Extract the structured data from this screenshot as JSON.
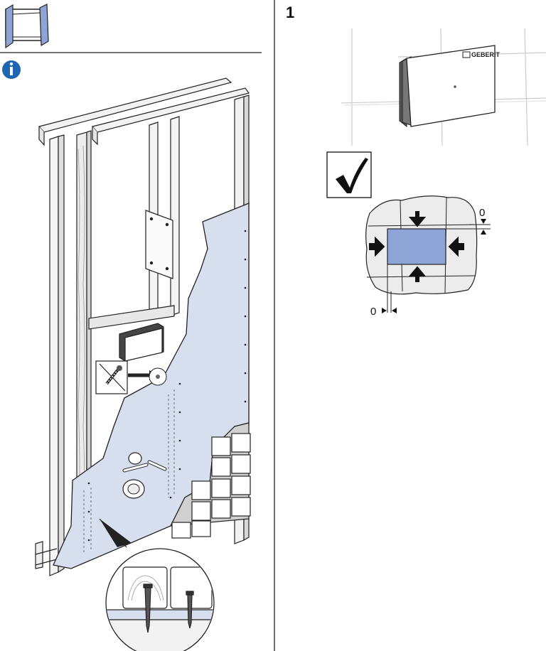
{
  "step": {
    "number": "1"
  },
  "dimensions": {
    "gap_top": "0",
    "gap_side": "0"
  },
  "cover": {
    "brand": "GEBERIT"
  },
  "colors": {
    "panel": "#d7deee",
    "accent_blue": "#8ea4d6",
    "info_blue": "#1f65b2",
    "tile_grey": "#ededed",
    "line": "#222222"
  },
  "icons": {
    "info": "info-icon",
    "check": "checkmark-icon",
    "packaging": "packaging-frame-icon"
  }
}
